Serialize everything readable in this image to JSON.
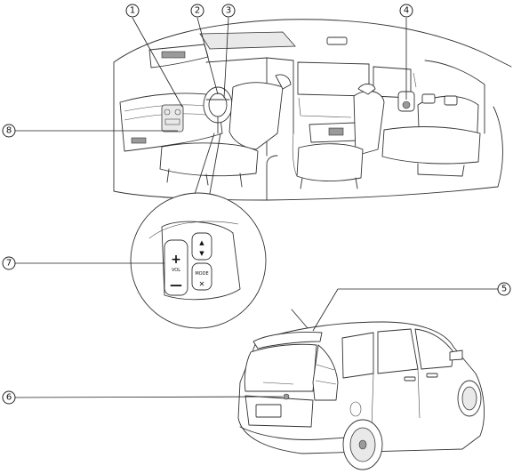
{
  "callouts": [
    {
      "number": "1"
    },
    {
      "number": "2"
    },
    {
      "number": "3"
    },
    {
      "number": "4"
    },
    {
      "number": "5"
    },
    {
      "number": "6"
    },
    {
      "number": "7"
    },
    {
      "number": "8"
    }
  ],
  "steering_switch_labels": {
    "vol": "VOL",
    "plus": "+",
    "minus": "—",
    "mode": "MODE",
    "mute": "✕",
    "up": "▲",
    "down": "▼"
  }
}
